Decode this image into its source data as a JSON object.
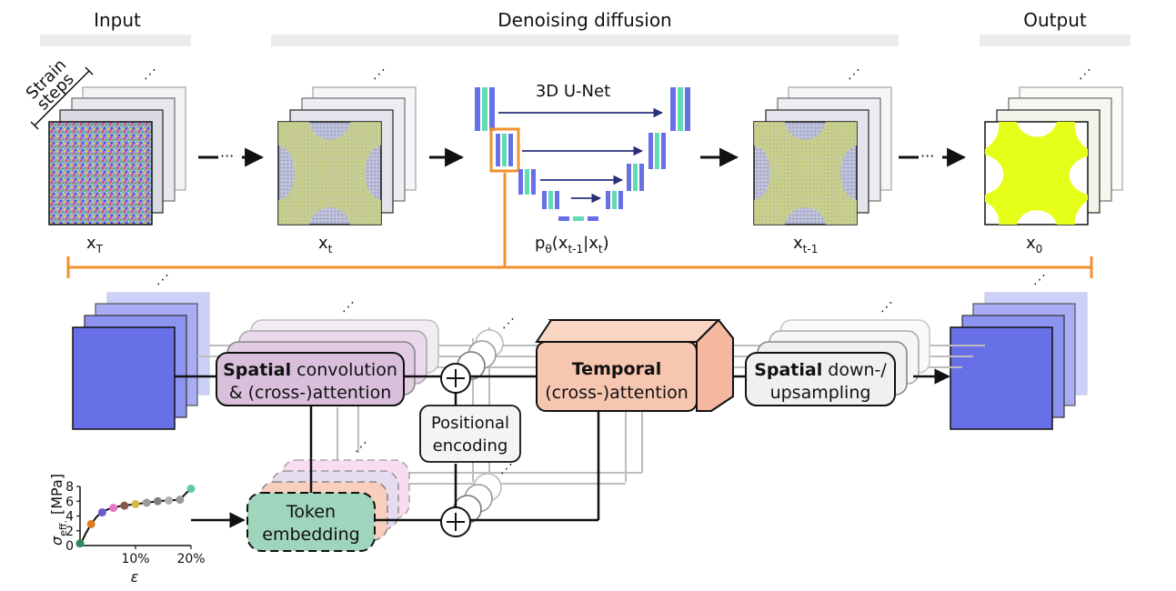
{
  "sections": {
    "input": "Input",
    "denoising": "Denoising diffusion",
    "output": "Output"
  },
  "strain_steps": [
    "Strain",
    "steps"
  ],
  "states": {
    "xT": {
      "base": "x",
      "sub": "T"
    },
    "xt": {
      "base": "x",
      "sub": "t"
    },
    "xt1": {
      "base": "x",
      "sub": "t-1"
    },
    "x0": {
      "base": "x",
      "sub": "0"
    }
  },
  "unet": {
    "title": "3D U-Net",
    "prob": {
      "p": "p",
      "theta": "θ",
      "open": "(x",
      "sub1": "t-1",
      "bar": "|x",
      "sub2": "t",
      "close": ")"
    }
  },
  "blocks": {
    "spatial_conv": {
      "bold": "Spatial",
      "rest1": " convolution",
      "line2": "& (cross-)attention"
    },
    "temporal": {
      "bold": "Temporal",
      "line2": "(cross-)attention"
    },
    "spatial_sampling": {
      "bold": "Spatial",
      "rest1": " down-/",
      "line2": "upsampling"
    },
    "positional": {
      "line1": "Positional",
      "line2": "encoding"
    },
    "token": {
      "line1": "Token",
      "line2": "embedding"
    }
  },
  "curve": {
    "ylabel_symbol": "σ",
    "ylabel_sub": "eff.",
    "ylabel_unit": "[MPa]",
    "xlabel": "ε",
    "y_ticks": [
      "0",
      "2",
      "4",
      "6",
      "8"
    ],
    "x_ticks": [
      "10%",
      "20%"
    ]
  },
  "chart_data": {
    "type": "line",
    "xlabel": "ε",
    "ylabel": "σeff. [MPa]",
    "x_ticks": [
      "10%",
      "20%"
    ],
    "y_ticks": [
      0,
      2,
      4,
      6,
      8
    ],
    "ylim": [
      0,
      8
    ],
    "series": [
      {
        "x": [
          0.0,
          0.01,
          0.02,
          0.03,
          0.04,
          0.05,
          0.06,
          0.07,
          0.08,
          0.09,
          0.1,
          0.11,
          0.12,
          0.13,
          0.14,
          0.15,
          0.16,
          0.17,
          0.18,
          0.19,
          0.2
        ],
        "y": [
          0.0,
          1.6,
          2.9,
          3.9,
          4.5,
          4.9,
          5.1,
          5.3,
          5.4,
          5.5,
          5.6,
          5.7,
          5.8,
          5.9,
          6.0,
          6.05,
          6.1,
          6.15,
          6.2,
          7.0,
          7.7
        ]
      }
    ],
    "points": [
      {
        "x": 0.0,
        "y": 0.3,
        "color": "#2e8b57"
      },
      {
        "x": 0.02,
        "y": 2.9,
        "color": "#e07b1a"
      },
      {
        "x": 0.04,
        "y": 4.5,
        "color": "#6a5acd"
      },
      {
        "x": 0.06,
        "y": 5.1,
        "color": "#e377c2"
      },
      {
        "x": 0.08,
        "y": 5.4,
        "color": "#8c564b"
      },
      {
        "x": 0.1,
        "y": 5.6,
        "color": "#d4b84a"
      },
      {
        "x": 0.12,
        "y": 5.8,
        "color": "#9a9a9a"
      },
      {
        "x": 0.14,
        "y": 6.0,
        "color": "#7f7f7f"
      },
      {
        "x": 0.16,
        "y": 6.1,
        "color": "#b0b0b0"
      },
      {
        "x": 0.18,
        "y": 6.2,
        "color": "#999999"
      },
      {
        "x": 0.2,
        "y": 7.7,
        "color": "#5fc9a8"
      }
    ]
  },
  "colors": {
    "orange": "#f0922e",
    "blue": "#6870e8",
    "teal": "#5fdcb4",
    "lavender": "#d9bfdc",
    "salmon": "#f7c6b0",
    "token": "#9fd4bd",
    "navy": "#2a2f7a",
    "yellow": "#e6ff1a"
  }
}
